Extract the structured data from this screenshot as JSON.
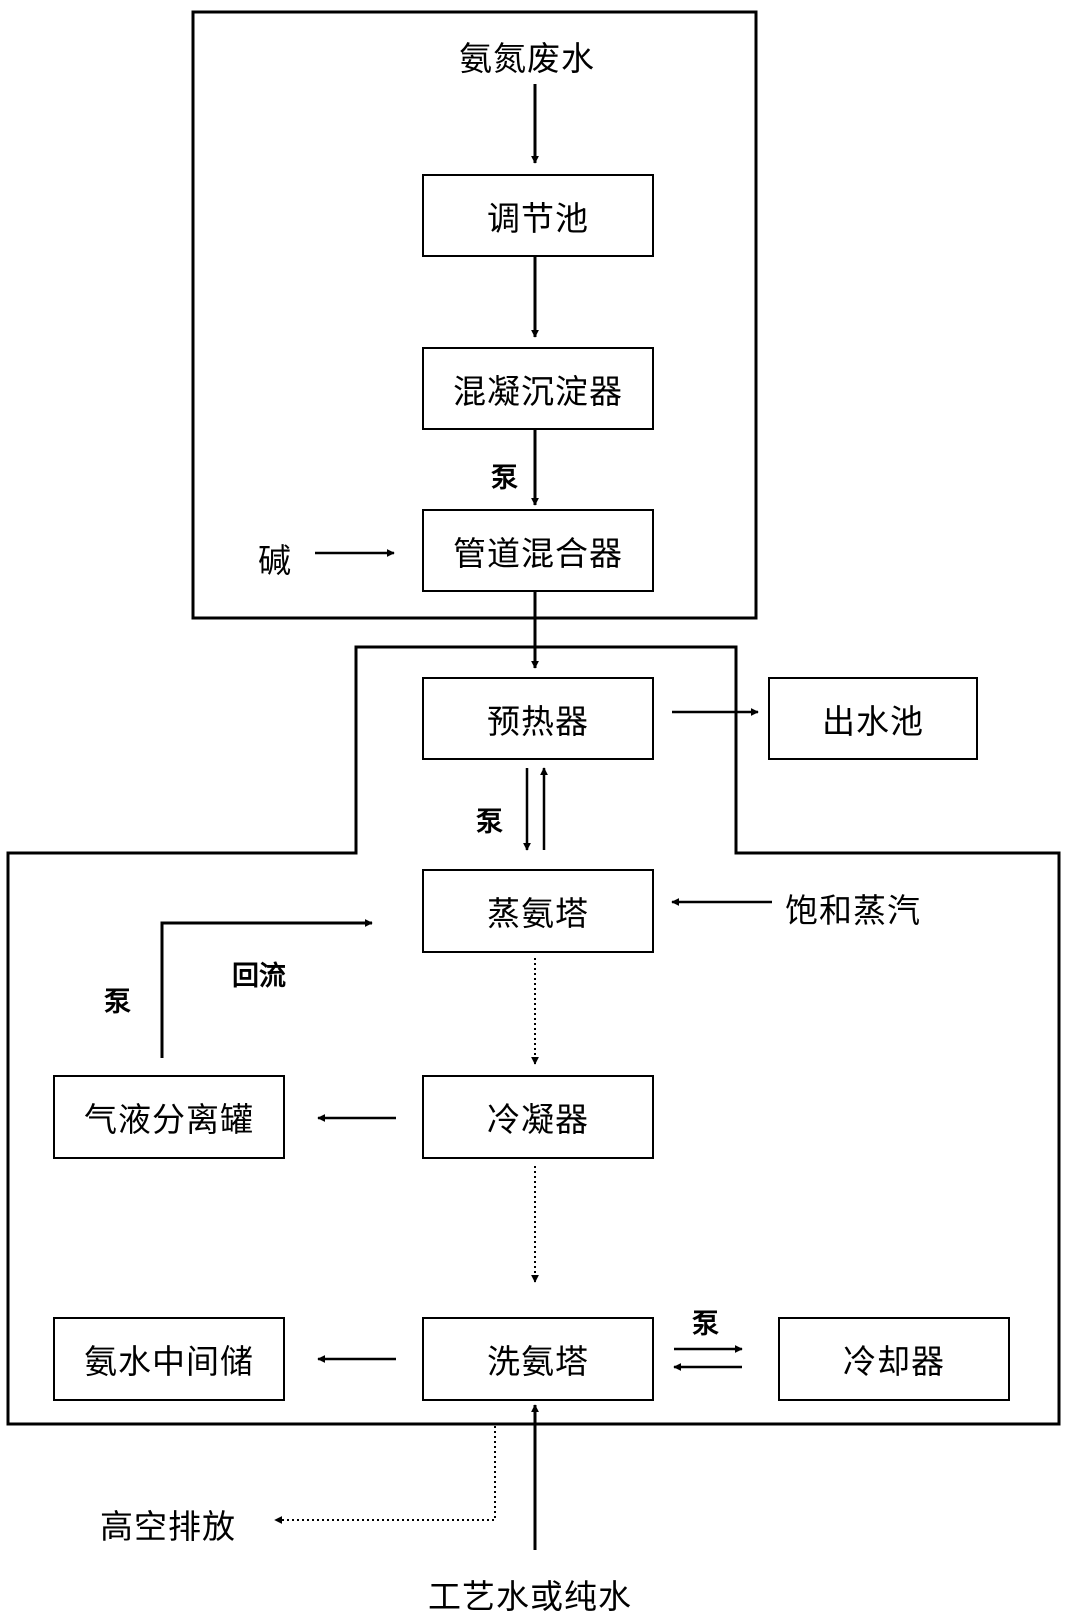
{
  "input": {
    "wastewater": "氨氮废水",
    "alkali": "碱",
    "steam": "饱和蒸汽",
    "process_water": "工艺水或纯水"
  },
  "boxes": {
    "regulating_tank": "调节池",
    "coagulation_settler": "混凝沉淀器",
    "pipeline_mixer": "管道混合器",
    "preheater": "预热器",
    "effluent_tank": "出水池",
    "stripping_tower": "蒸氨塔",
    "condenser": "冷凝器",
    "gas_liquid_separator": "气液分离罐",
    "washing_tower": "洗氨塔",
    "cooler": "冷却器",
    "ammonia_storage": "氨水中间储"
  },
  "labels": {
    "pump_1": "泵",
    "pump_2": "泵",
    "pump_3": "泵",
    "pump_4": "泵",
    "reflux": "回流",
    "high_altitude_discharge": "高空排放"
  }
}
